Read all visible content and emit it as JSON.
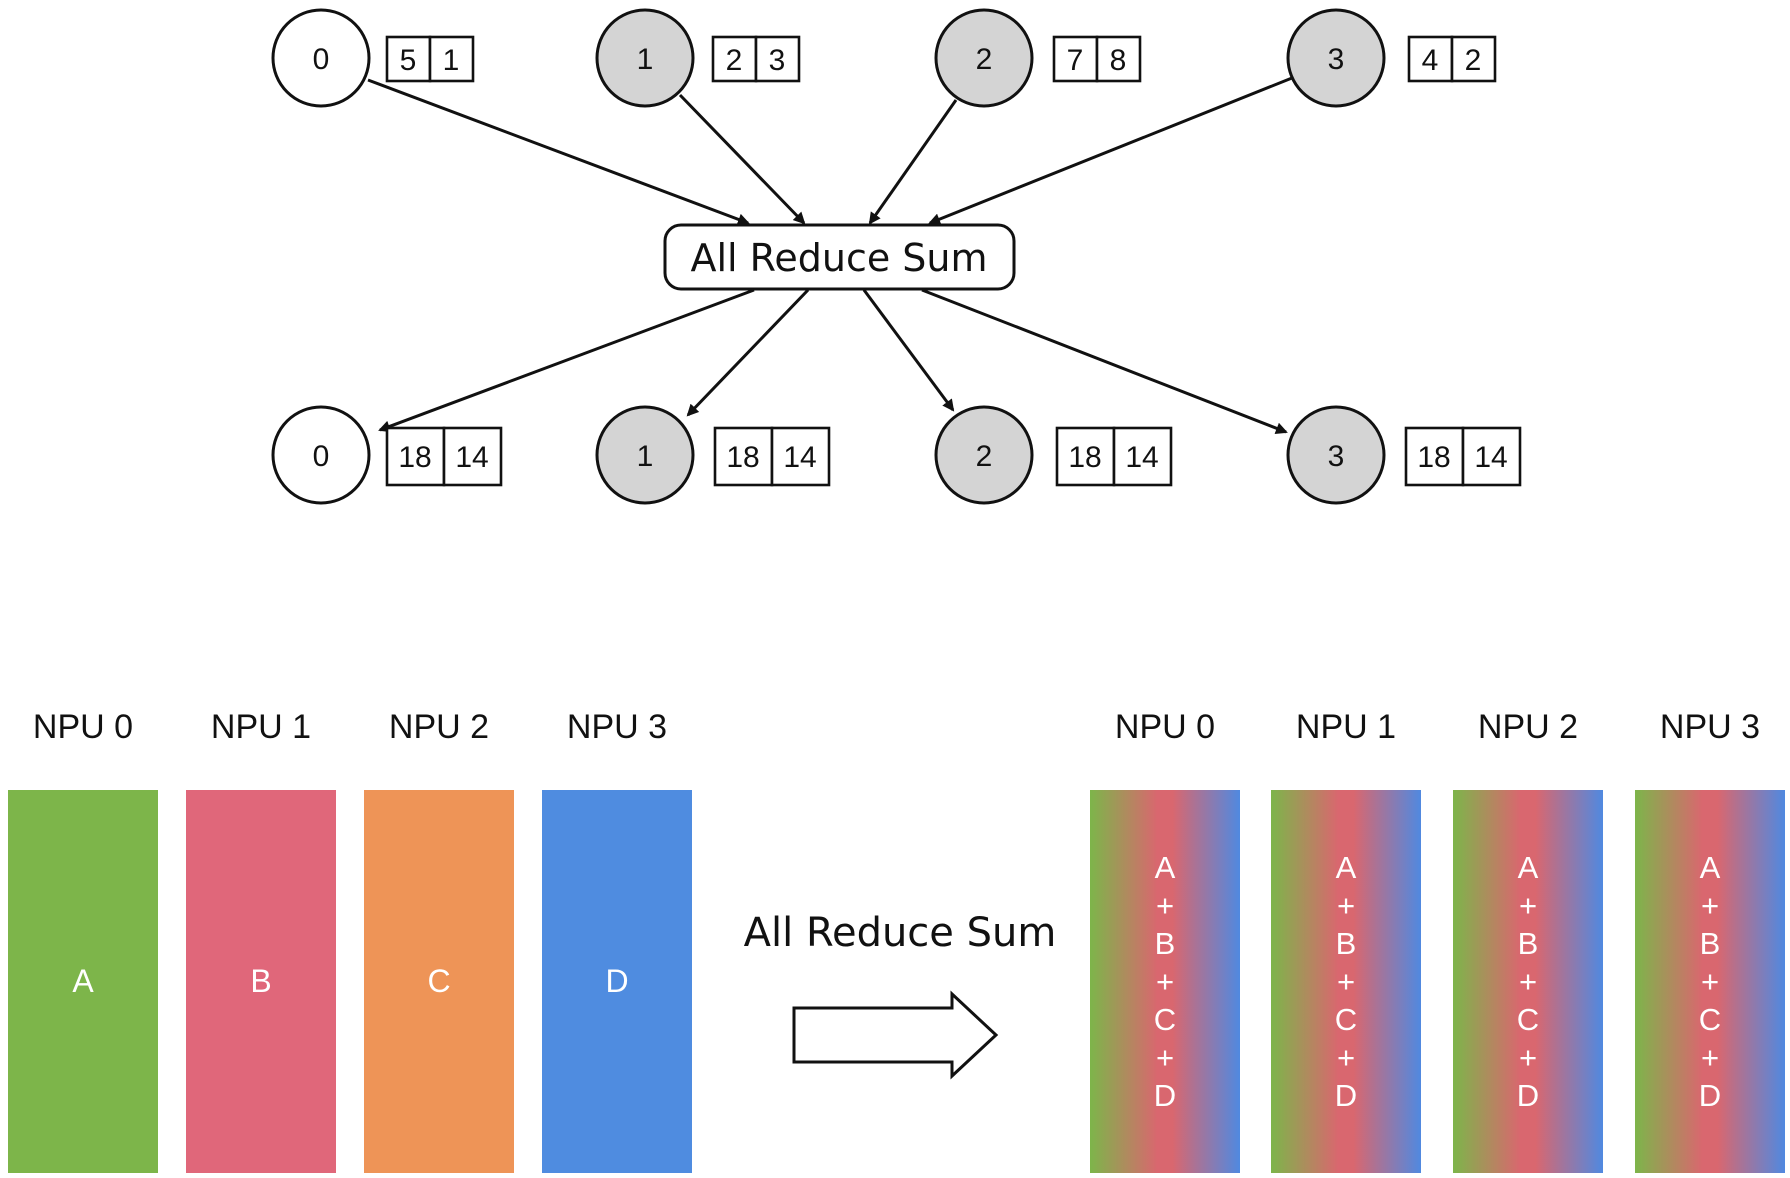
{
  "operation_label": "All Reduce Sum",
  "top": {
    "input_nodes": [
      {
        "id": "0",
        "fill": "#ffffff",
        "values": [
          "5",
          "1"
        ]
      },
      {
        "id": "1",
        "fill": "#d4d4d4",
        "values": [
          "2",
          "3"
        ]
      },
      {
        "id": "2",
        "fill": "#d4d4d4",
        "values": [
          "7",
          "8"
        ]
      },
      {
        "id": "3",
        "fill": "#d4d4d4",
        "values": [
          "4",
          "2"
        ]
      }
    ],
    "output_nodes": [
      {
        "id": "0",
        "fill": "#ffffff",
        "values": [
          "18",
          "14"
        ]
      },
      {
        "id": "1",
        "fill": "#d4d4d4",
        "values": [
          "18",
          "14"
        ]
      },
      {
        "id": "2",
        "fill": "#d4d4d4",
        "values": [
          "18",
          "14"
        ]
      },
      {
        "id": "3",
        "fill": "#d4d4d4",
        "values": [
          "18",
          "14"
        ]
      }
    ],
    "result_colors": [
      "#e48890",
      "#9ccc76"
    ]
  },
  "bottom": {
    "inputs": [
      {
        "label": "NPU 0",
        "value": "A",
        "color": "#7db54a"
      },
      {
        "label": "NPU 1",
        "value": "B",
        "color": "#e0677a"
      },
      {
        "label": "NPU 2",
        "value": "C",
        "color": "#ee9457"
      },
      {
        "label": "NPU 3",
        "value": "D",
        "color": "#4f8ce0"
      }
    ],
    "outputs": [
      {
        "label": "NPU 0",
        "terms": [
          "A",
          "+",
          "B",
          "+",
          "C",
          "+",
          "D"
        ]
      },
      {
        "label": "NPU 1",
        "terms": [
          "A",
          "+",
          "B",
          "+",
          "C",
          "+",
          "D"
        ]
      },
      {
        "label": "NPU 2",
        "terms": [
          "A",
          "+",
          "B",
          "+",
          "C",
          "+",
          "D"
        ]
      },
      {
        "label": "NPU 3",
        "terms": [
          "A",
          "+",
          "B",
          "+",
          "C",
          "+",
          "D"
        ]
      }
    ]
  }
}
